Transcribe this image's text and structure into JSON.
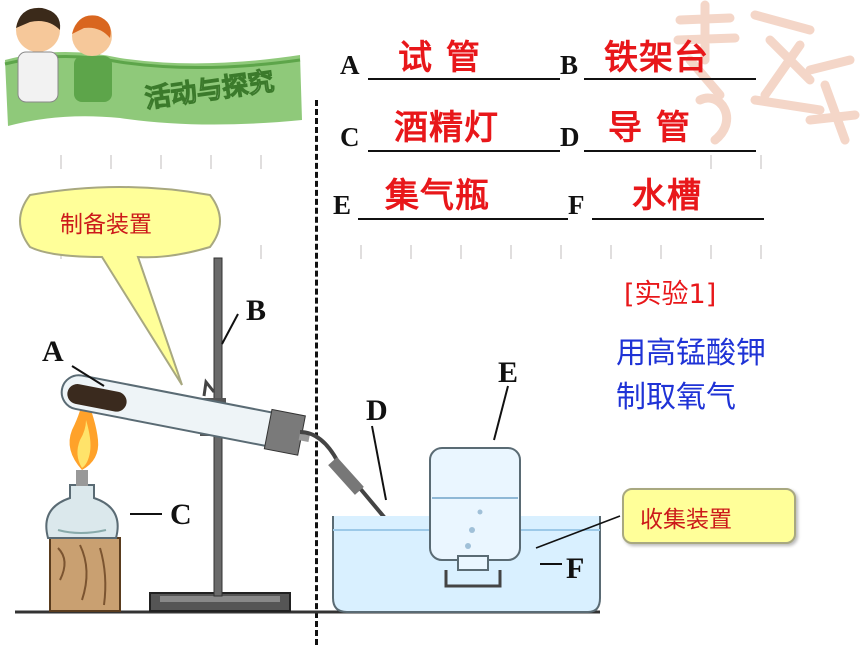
{
  "header_image": {
    "alt_label": "活动与探究"
  },
  "blanks": [
    {
      "letter": "A",
      "answer": "试 管"
    },
    {
      "letter": "B",
      "answer": "铁架台"
    },
    {
      "letter": "C",
      "answer": "酒精灯"
    },
    {
      "letter": "D",
      "answer": "导 管"
    },
    {
      "letter": "E",
      "answer": "集气瓶"
    },
    {
      "letter": "F",
      "answer": "水槽"
    }
  ],
  "callouts": {
    "prep": "制备装置",
    "collect": "收集装置"
  },
  "experiment": {
    "tag": "[实验1]",
    "line1": "用高锰酸钾",
    "line2": "制取氧气"
  },
  "diagram_labels": {
    "A": "A",
    "B": "B",
    "C": "C",
    "D": "D",
    "E": "E",
    "F": "F"
  },
  "colors": {
    "answer_red": "#e8171a",
    "desc_blue": "#1f33d6",
    "bubble_yellow": "#ffff99"
  }
}
